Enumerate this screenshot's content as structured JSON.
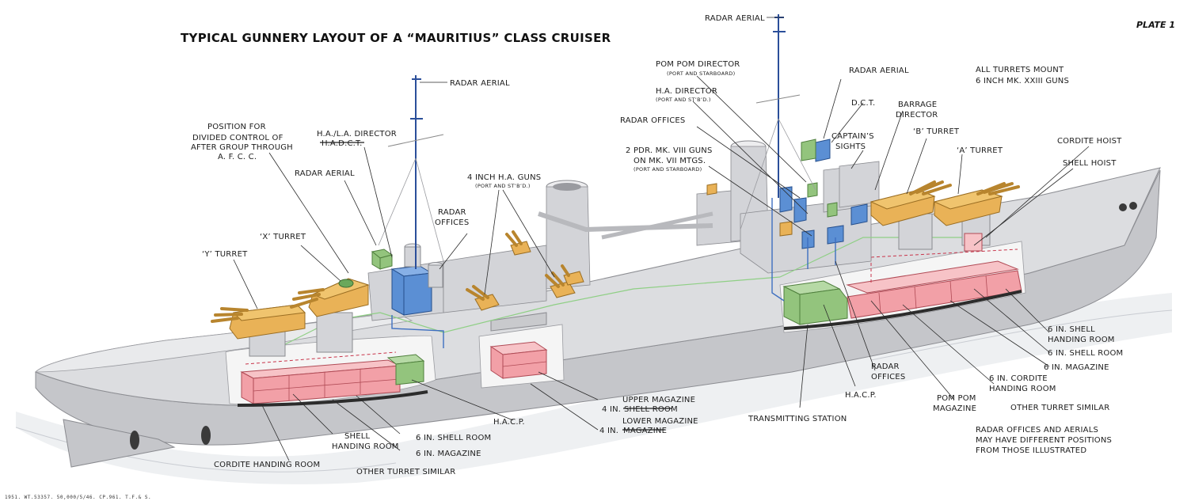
{
  "title": "TYPICAL GUNNERY LAYOUT OF A “MAURITIUS” CLASS CRUISER",
  "plate": "PLATE 1",
  "note_turrets": [
    "ALL TURRETS MOUNT",
    "6 INCH MK. XXIII GUNS"
  ],
  "labels": {
    "radar_aerial_aft": "RADAR AERIAL",
    "radar_aerial_fore_top": "RADAR AERIAL",
    "radar_aerial_dct": "RADAR AERIAL",
    "radar_aerial_x": "RADAR AERIAL",
    "position_divided": [
      "POSITION FOR",
      "DIVIDED CONTROL OF",
      "AFTER GROUP THROUGH",
      "A. F. C. C."
    ],
    "hala_director": "H.A./L.A. DIRECTOR",
    "hadct": "H.A.D.C.T.",
    "x_turret": "‘X’ TURRET",
    "y_turret": "‘Y’ TURRET",
    "radar_offices_aft": [
      "RADAR",
      "OFFICES"
    ],
    "four_inch_ha": "4 INCH H.A. GUNS",
    "four_inch_ha_sub": "(PORT AND ST’B’D.)",
    "pom_pom_dir": "POM POM DIRECTOR",
    "pom_pom_dir_sub": "(PORT AND STARBOARD)",
    "ha_director": "H.A. DIRECTOR",
    "ha_director_sub": "(PORT AND ST’B’D.)",
    "radar_offices_fwd": "RADAR OFFICES",
    "two_pdr": [
      "2 PDR. MK. VIII GUNS",
      "ON MK. VII MTGS."
    ],
    "two_pdr_sub": "(PORT AND STARBOARD)",
    "dct": "D.C.T.",
    "captains_sights": [
      "CAPTAIN’S",
      "SIGHTS"
    ],
    "barrage": [
      "BARRAGE",
      "DIRECTOR"
    ],
    "b_turret": "‘B’ TURRET",
    "a_turret": "‘A’ TURRET",
    "cordite_hoist": "CORDITE HOIST",
    "shell_hoist": "SHELL HOIST",
    "shell_handing_fwd": [
      "6 IN. SHELL",
      "HANDING ROOM"
    ],
    "shell_room_fwd": "6 IN. SHELL ROOM",
    "magazine_fwd": "6 IN. MAGAZINE",
    "cordite_handing_fwd": [
      "6 IN. CORDITE",
      "HANDING ROOM"
    ],
    "other_turret_fwd": "OTHER TURRET SIMILAR",
    "radar_offices_low": [
      "RADAR",
      "OFFICES"
    ],
    "hacp_fwd": "H.A.C.P.",
    "pom_pom_mag": [
      "POM POM",
      "MAGAZINE"
    ],
    "transmitting": "TRANSMITTING STATION",
    "upper_magazine": "UPPER MAGAZINE",
    "four_in_1": "4 IN.",
    "shell_room_struck": "SHELL ROOM",
    "lower_magazine": "LOWER MAGAZINE",
    "four_in_2": "4 IN.",
    "magazine_struck": "MAGAZINE",
    "hacp_aft": "H.A.C.P.",
    "shell_handing_aft": [
      "SHELL",
      "HANDING ROOM"
    ],
    "shell_room_aft": "6 IN. SHELL ROOM",
    "magazine_aft": "6 IN. MAGAZINE",
    "cordite_handing_aft": "CORDITE HANDING ROOM",
    "other_turret_aft": "OTHER TURRET SIMILAR",
    "radar_note": [
      "RADAR OFFICES AND AERIALS",
      "MAY HAVE DIFFERENT POSITIONS",
      "FROM THOSE ILLUSTRATED"
    ]
  },
  "footer": "1951.   WT.53357.   50,000/5/46.   CP.961.   T.F.& S.",
  "colors": {
    "turret": "#e9b257",
    "magazine": "#f2a0a7",
    "control_station": "#93c47d",
    "radar_equipment": "#5b8fd4",
    "hull": "#dcdde0"
  }
}
